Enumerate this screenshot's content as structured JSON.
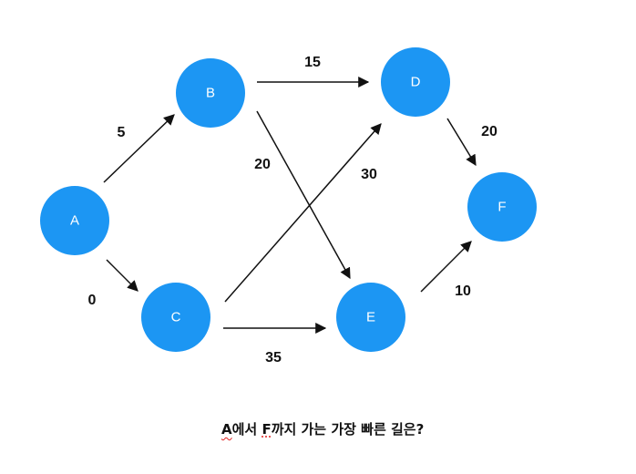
{
  "graph": {
    "nodes": [
      {
        "id": "A",
        "label": "A"
      },
      {
        "id": "B",
        "label": "B"
      },
      {
        "id": "C",
        "label": "C"
      },
      {
        "id": "D",
        "label": "D"
      },
      {
        "id": "E",
        "label": "E"
      },
      {
        "id": "F",
        "label": "F"
      }
    ],
    "edges": [
      {
        "from": "A",
        "to": "B",
        "weight": "5"
      },
      {
        "from": "A",
        "to": "C",
        "weight": "0"
      },
      {
        "from": "B",
        "to": "D",
        "weight": "15"
      },
      {
        "from": "B",
        "to": "E",
        "weight": "20"
      },
      {
        "from": "C",
        "to": "D",
        "weight": "30"
      },
      {
        "from": "C",
        "to": "E",
        "weight": "35"
      },
      {
        "from": "D",
        "to": "F",
        "weight": "20"
      },
      {
        "from": "E",
        "to": "F",
        "weight": "10"
      }
    ],
    "node_color": "#1c96f3",
    "node_label_color": "#ffffff",
    "edge_color": "#111111"
  },
  "question": {
    "part1": "A",
    "part2": "에서 ",
    "part3": "F",
    "part4": "까지 가는 가장 빠른 길은?"
  }
}
